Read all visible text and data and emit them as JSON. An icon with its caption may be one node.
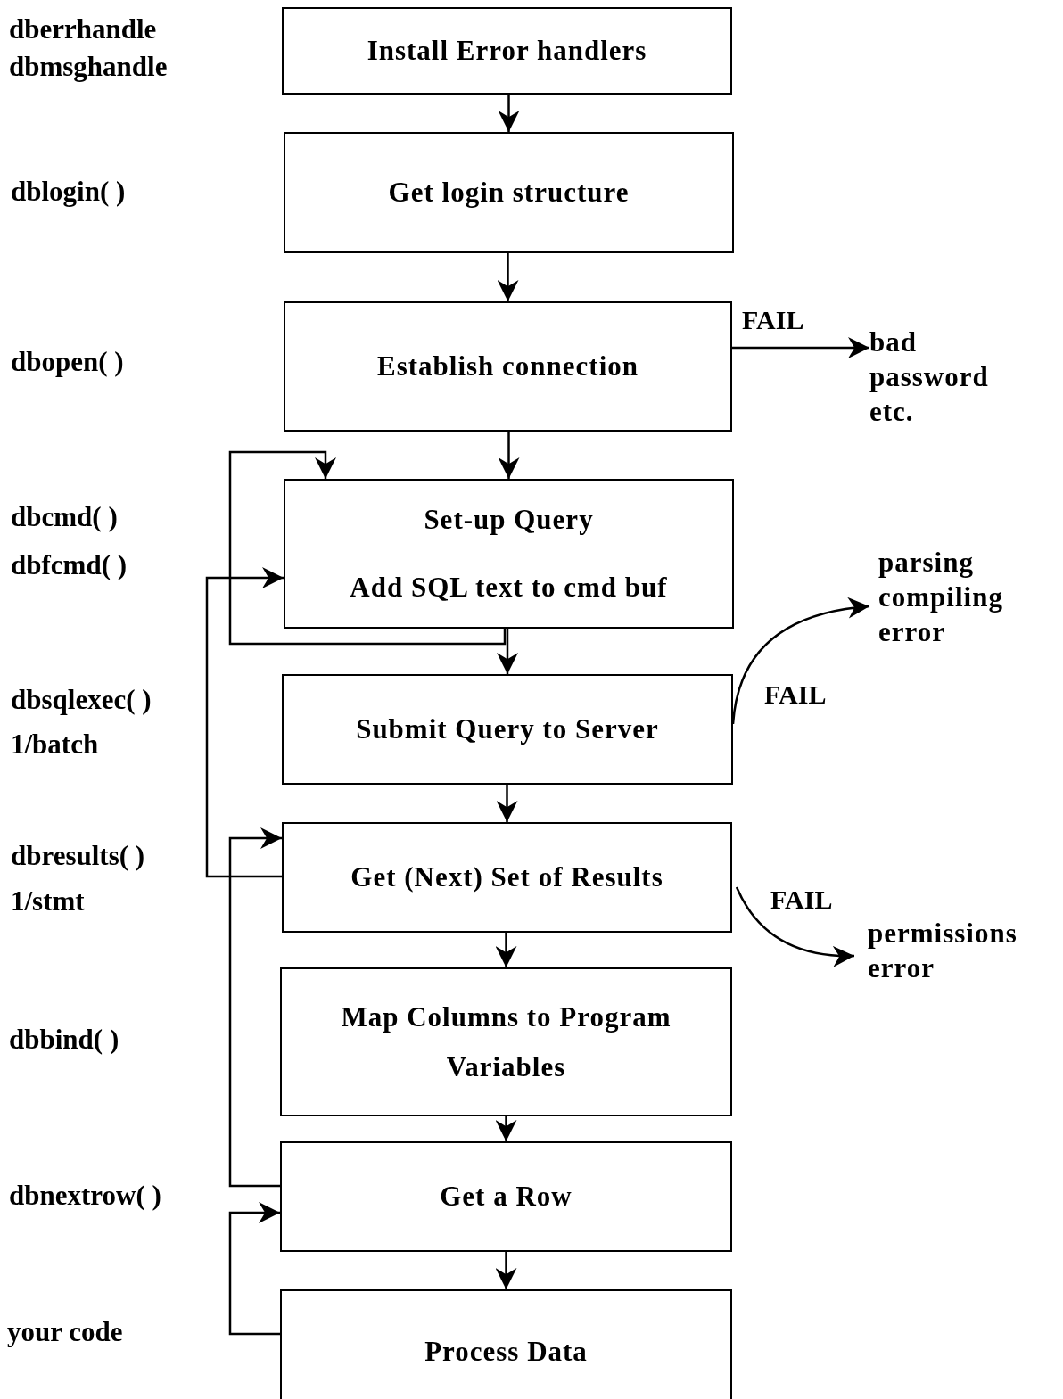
{
  "diagram": {
    "nodes": [
      {
        "text": [
          "Install Error handlers"
        ]
      },
      {
        "text": [
          "Get login structure"
        ]
      },
      {
        "text": [
          "Establish connection"
        ]
      },
      {
        "text": [
          "Set-up Query",
          "Add SQL text to cmd buf"
        ]
      },
      {
        "text": [
          "Submit Query to Server"
        ]
      },
      {
        "text": [
          "Get (Next) Set of Results"
        ]
      },
      {
        "text": [
          "Map Columns to Program Variables"
        ]
      },
      {
        "text": [
          "Get a Row"
        ]
      },
      {
        "text": [
          "Process Data"
        ]
      },
      {
        "text": [
          "bad password etc."
        ]
      },
      {
        "text": [
          "parsing compiling error"
        ]
      },
      {
        "text": [
          "permissions error"
        ]
      }
    ],
    "edges": [
      {
        "from": 0,
        "to": 1,
        "arrow": "to"
      },
      {
        "from": 1,
        "to": 2,
        "arrow": "to"
      },
      {
        "from": 2,
        "to": 3,
        "arrow": "to"
      },
      {
        "from": 3,
        "to": 4,
        "arrow": "to"
      },
      {
        "from": 4,
        "to": 5,
        "arrow": "to"
      },
      {
        "from": 5,
        "to": 6,
        "arrow": "to"
      },
      {
        "from": 6,
        "to": 7,
        "arrow": "to"
      },
      {
        "from": 7,
        "to": 8,
        "arrow": "to"
      },
      {
        "from": 2,
        "to": 9,
        "arrow": "to",
        "label": "FAIL"
      },
      {
        "from": 4,
        "to": 10,
        "arrow": "to",
        "label": "FAIL"
      },
      {
        "from": 5,
        "to": 11,
        "arrow": "to",
        "label": "FAIL"
      },
      {
        "from": 3,
        "to": 3,
        "arrow": "to"
      },
      {
        "from": 5,
        "to": 3,
        "arrow": "to"
      },
      {
        "from": 7,
        "to": 5,
        "arrow": "to"
      },
      {
        "from": 8,
        "to": 7,
        "arrow": "to"
      }
    ],
    "labels": [
      "dberrhandle",
      "dbmsghandle",
      "dblogin( )",
      "dbopen( )",
      "dbcmd( )",
      "dbfcmd( )",
      "dbsqlexec( )",
      "1/batch",
      "dbresults( )",
      "1/stmt",
      "dbbind( )",
      "dbnextrow( )",
      "your code"
    ]
  }
}
